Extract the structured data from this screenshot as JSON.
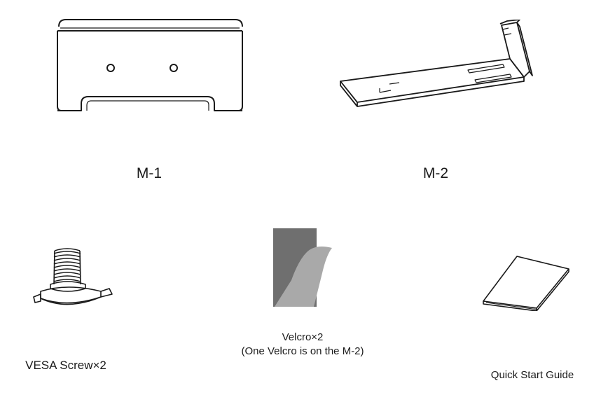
{
  "items": {
    "m1": {
      "label": "M-1"
    },
    "m2": {
      "label": "M-2"
    },
    "vesa_screw": {
      "label": "VESA Screw×2"
    },
    "velcro": {
      "label_line1": "Velcro×2",
      "label_line2": "(One Velcro is on the M-2)"
    },
    "quick_start_guide": {
      "label": "Quick Start Guide"
    }
  },
  "colors": {
    "line": "#1a1a1a",
    "velcro_dark": "#6f6f6f",
    "velcro_light": "#a9a9a9",
    "background": "#ffffff"
  }
}
